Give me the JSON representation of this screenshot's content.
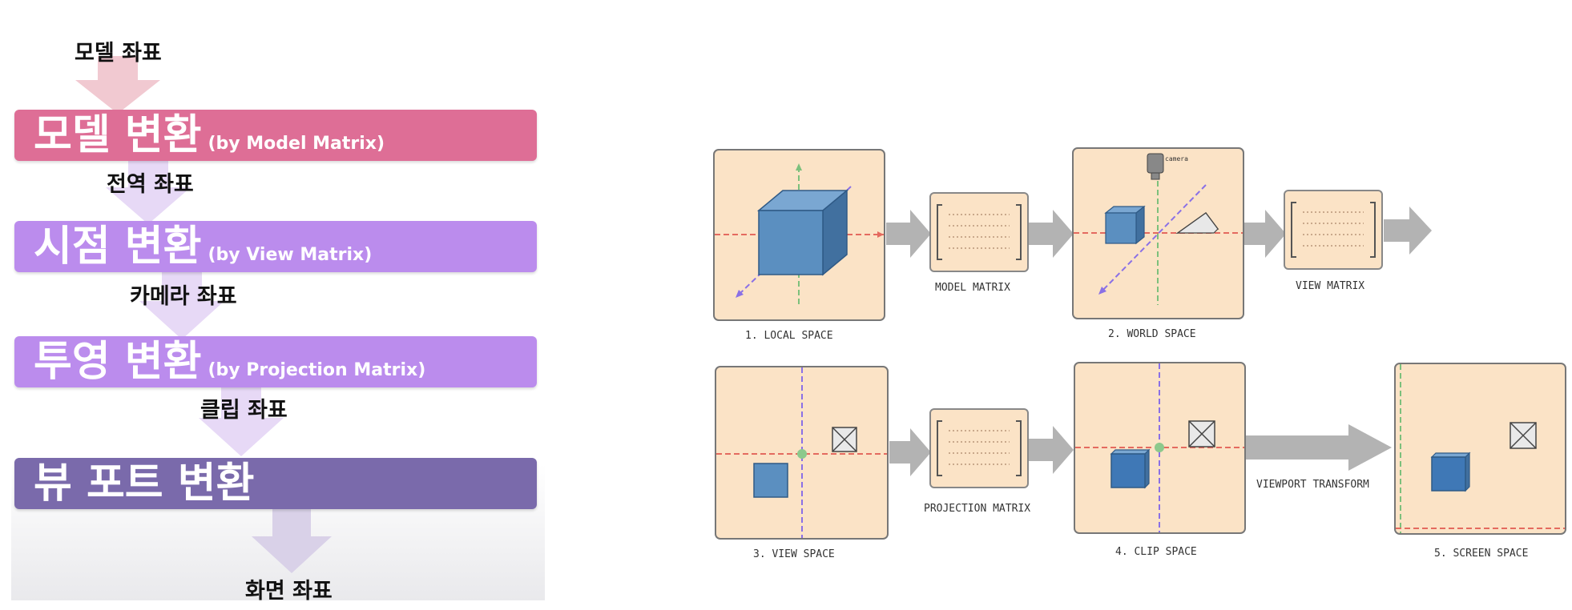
{
  "left_pipeline": {
    "coords": [
      "모델 좌표",
      "전역 좌표",
      "카메라 좌표",
      "클립 좌표",
      "화면 좌표"
    ],
    "stages": [
      {
        "title": "모델 변환",
        "subtitle": "(by Model Matrix)",
        "color": "#de6e96"
      },
      {
        "title": "시점 변환",
        "subtitle": "(by View Matrix)",
        "color": "#bb8ced"
      },
      {
        "title": "투영 변환",
        "subtitle": "(by Projection Matrix)",
        "color": "#bb8ced"
      },
      {
        "title": "뷰 포트 변환",
        "subtitle": "",
        "color": "#7a6aab"
      }
    ],
    "arrow_color": "#efc7cf"
  },
  "right_diagram": {
    "spaces": [
      "1. LOCAL SPACE",
      "2. WORLD SPACE",
      "3. VIEW SPACE",
      "4. CLIP SPACE",
      "5. SCREEN SPACE"
    ],
    "matrices": [
      "MODEL MATRIX",
      "VIEW MATRIX",
      "PROJECTION MATRIX"
    ],
    "viewport_label": "VIEWPORT TRANSFORM",
    "camera_label": "camera",
    "colors": {
      "panel": "#fbe3c6",
      "cube": "#5b8fc0",
      "axis_x": "#e46a5f",
      "axis_y": "#7cc07c",
      "axis_z": "#8a70e6",
      "arrow": "#b3b3b3"
    }
  }
}
